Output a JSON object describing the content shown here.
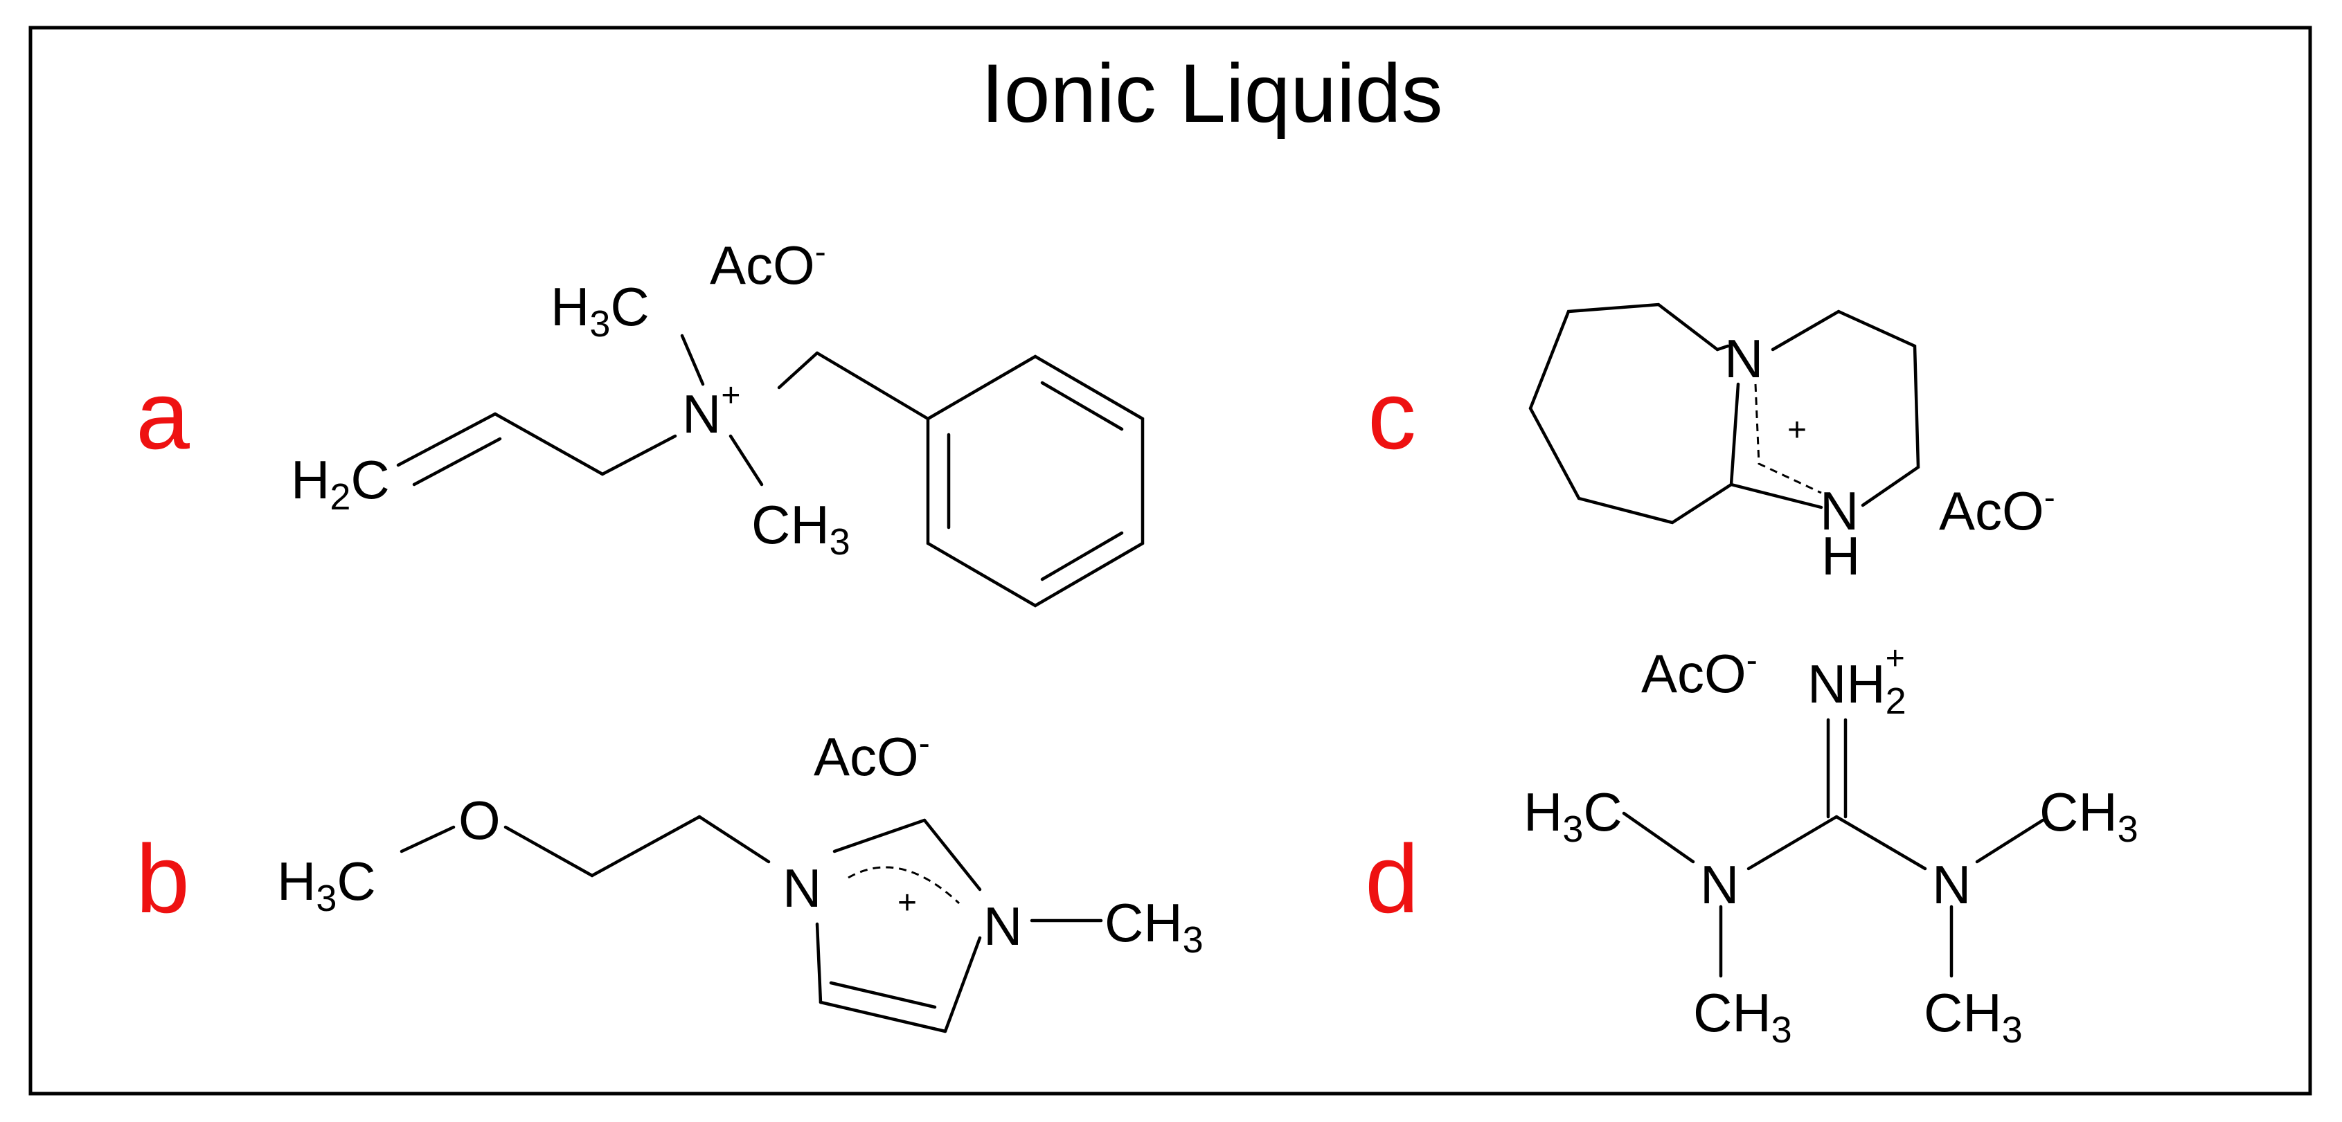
{
  "title": "Ionic Liquids",
  "colors": {
    "label": "#ee1111",
    "ink": "#000000",
    "frame": "#000000"
  },
  "panels": {
    "a": {
      "label": "a",
      "anion": "AcO",
      "anion_charge": "-",
      "methyl_top": "H",
      "methyl_top_sub": "3",
      "methyl_top_c": "C",
      "nitrogen": "N",
      "nitrogen_charge": "+",
      "vinyl": "H",
      "vinyl_sub": "2",
      "vinyl_c": "C",
      "methyl_bottom": "CH",
      "methyl_bottom_sub": "3"
    },
    "b": {
      "label": "b",
      "anion": "AcO",
      "anion_charge": "-",
      "methyl_left": "H",
      "methyl_left_sub": "3",
      "methyl_left_c": "C",
      "oxygen": "O",
      "n1": "N",
      "n3": "N",
      "ring_charge": "+",
      "methyl_right": "CH",
      "methyl_right_sub": "3"
    },
    "c": {
      "label": "c",
      "anion": "AcO",
      "anion_charge": "-",
      "n_top": "N",
      "n_bottom": "N",
      "h_bottom": "H",
      "ring_charge": "+"
    },
    "d": {
      "label": "d",
      "anion": "AcO",
      "anion_charge": "-",
      "imine": "NH",
      "imine_sub": "2",
      "imine_charge": "+",
      "methyl_left": "H",
      "methyl_left_sub": "3",
      "methyl_left_c": "C",
      "methyl_right": "CH",
      "methyl_right_sub": "3",
      "n_left": "N",
      "n_right": "N",
      "methyl_bl": "CH",
      "methyl_bl_sub": "3",
      "methyl_br": "CH",
      "methyl_br_sub": "3"
    }
  }
}
